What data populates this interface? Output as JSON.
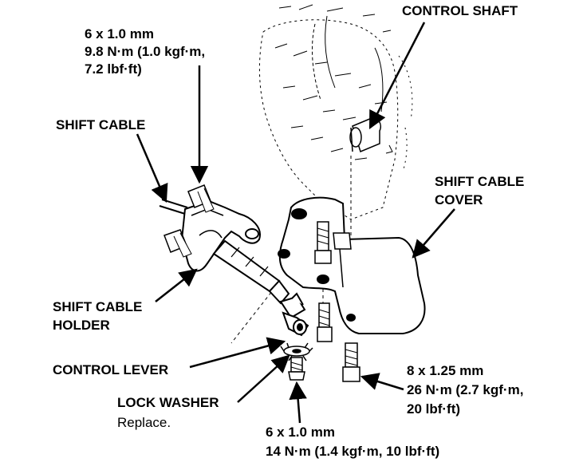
{
  "labels": {
    "control_shaft": "CONTROL SHAFT",
    "top_bolt": {
      "size": "6 x 1.0 mm",
      "torque_1": "9.8 N·m (1.0 kgf·m,",
      "torque_2": "7.2 lbf·ft)"
    },
    "shift_cable": "SHIFT CABLE",
    "shift_cable_cover": {
      "line_1": "SHIFT CABLE",
      "line_2": "COVER"
    },
    "shift_cable_holder": {
      "line_1": "SHIFT CABLE",
      "line_2": "HOLDER"
    },
    "control_lever": "CONTROL LEVER",
    "right_bolt": {
      "size": "8 x 1.25 mm",
      "torque_1": "26 N·m (2.7 kgf·m,",
      "torque_2": "20 lbf·ft)"
    },
    "lock_washer": {
      "name": "LOCK WASHER",
      "note": "Replace."
    },
    "bottom_bolt": {
      "size": "6 x 1.0 mm",
      "torque": "14 N·m (1.4 kgf·m, 10 lbf·ft)"
    }
  },
  "colors": {
    "ink": "#000000",
    "paper": "#ffffff"
  }
}
